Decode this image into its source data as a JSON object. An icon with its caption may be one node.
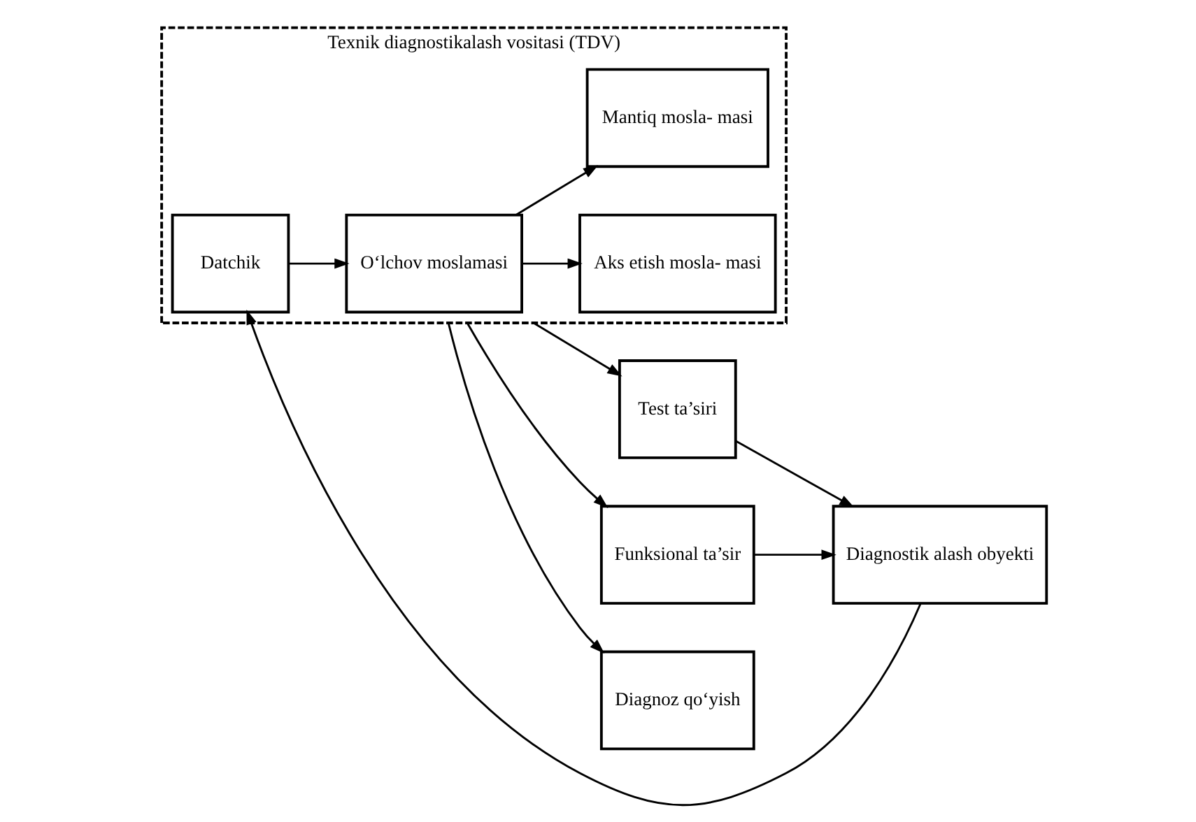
{
  "diagram": {
    "nodes": [
      {
        "text": [
          "Test ta’siri"
        ]
      },
      {
        "text": [
          "Diagnostik alash obyekti"
        ]
      },
      {
        "text": [
          "Funksional ta’sir"
        ]
      },
      {
        "text": [
          "Texnik diagnostikalash vositasi (TDV)"
        ]
      },
      {
        "text": [
          "Datchik"
        ],
        "in": 3
      },
      {
        "text": [
          "O‘lchov moslamasi"
        ],
        "in": 3
      },
      {
        "text": [
          "Aks etish mosla- masi"
        ],
        "in": 3
      },
      {
        "text": [
          "Mantiq mosla- masi"
        ],
        "in": 3
      },
      {
        "text": [
          "Diagnoz qo‘yish"
        ]
      }
    ],
    "edges": [
      {
        "from": 0,
        "to": 1,
        "arrow": "to"
      },
      {
        "from": 2,
        "to": 1,
        "arrow": "to"
      },
      {
        "from": 1,
        "to": 4,
        "arrow": "to"
      },
      {
        "from": 4,
        "to": 5,
        "arrow": "to"
      },
      {
        "from": 5,
        "to": 6,
        "arrow": "to"
      },
      {
        "from": 5,
        "to": 7,
        "arrow": "to"
      },
      {
        "from": 3,
        "to": 8,
        "arrow": "to"
      },
      {
        "from": 3,
        "to": 2,
        "arrow": "to"
      },
      {
        "from": 3,
        "to": 0,
        "arrow": "to"
      }
    ]
  }
}
